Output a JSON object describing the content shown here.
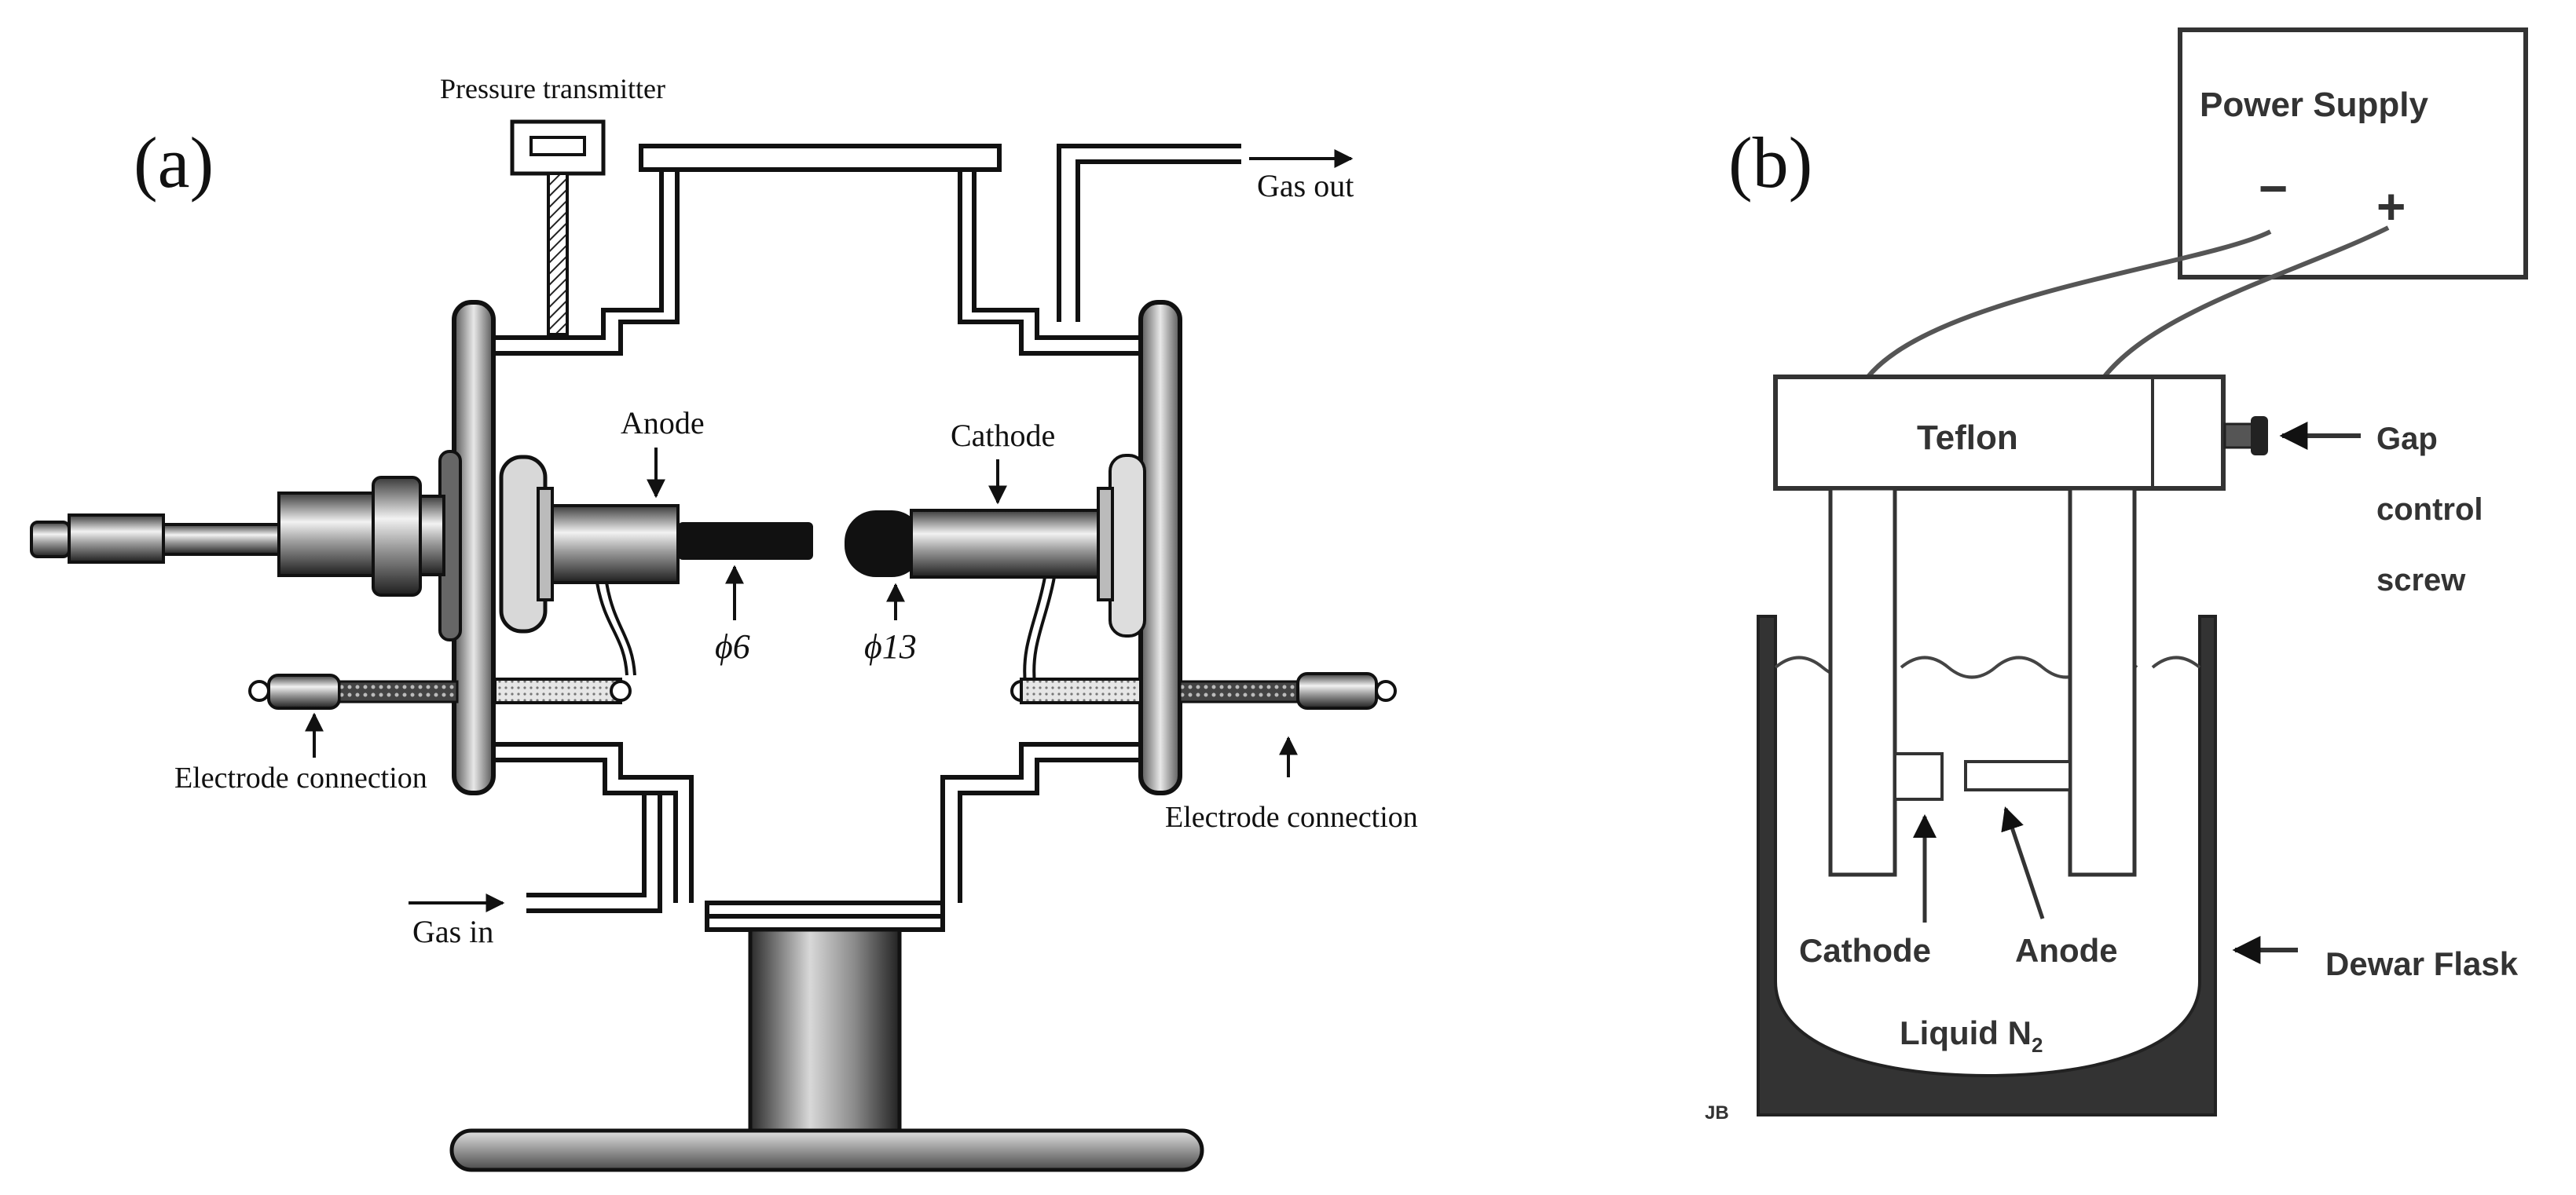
{
  "panel_a": {
    "label": "(a)",
    "pressure_transmitter": "Pressure transmitter",
    "gas_out": "Gas out",
    "gas_in": "Gas in",
    "anode": "Anode",
    "cathode": "Cathode",
    "phi6": "ϕ6",
    "phi13": "ϕ13",
    "electrode_connection_left": "Electrode connection",
    "electrode_connection_right": "Electrode connection"
  },
  "panel_b": {
    "label": "(b)",
    "power_supply": "Power Supply",
    "minus": "−",
    "plus": "+",
    "teflon": "Teflon",
    "gap_control_1": "Gap",
    "gap_control_2": "control",
    "gap_control_3": "screw",
    "cathode": "Cathode",
    "anode": "Anode",
    "dewar_flask": "Dewar Flask",
    "liquid_n2": "Liquid N",
    "liquid_n2_sub": "2",
    "corner_mark": "JB"
  }
}
